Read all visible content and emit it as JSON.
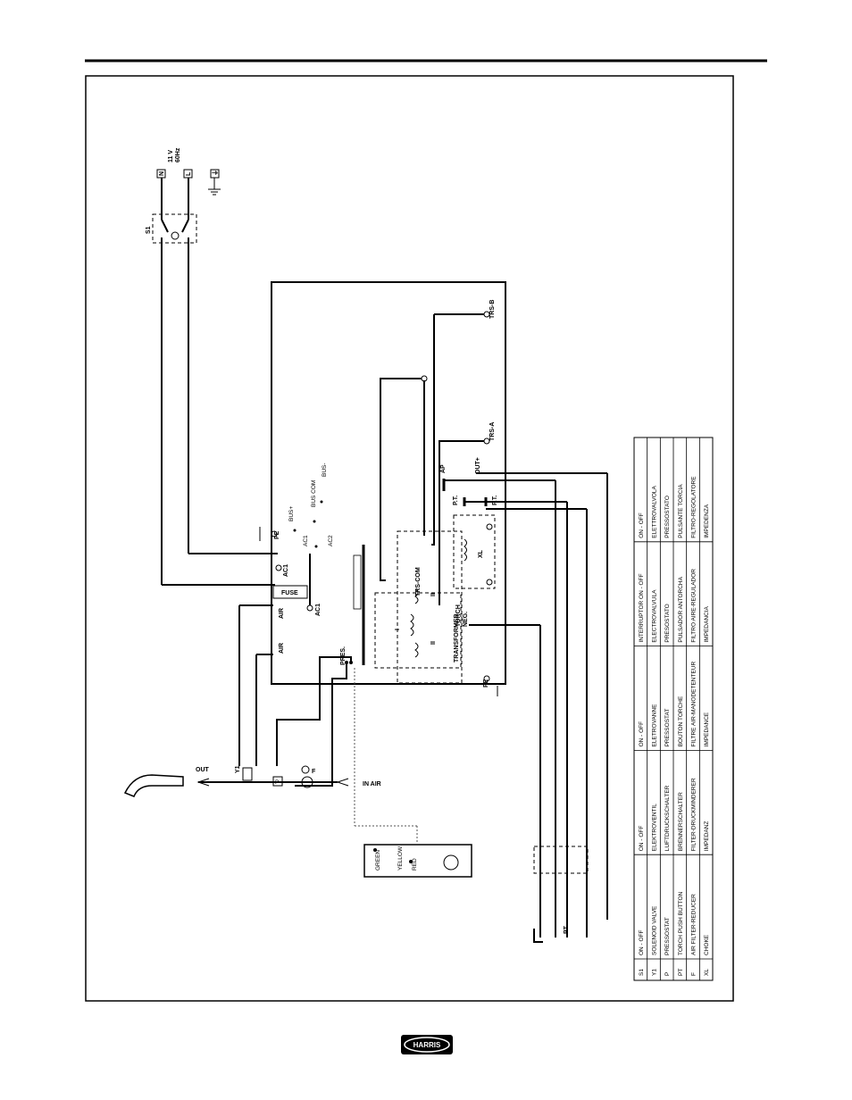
{
  "power": {
    "n": "N",
    "l": "L",
    "g": "⏚",
    "voltage": "11 V",
    "frequency": "60Hz"
  },
  "components": {
    "s1": "S1",
    "y1": "Y1",
    "p": "P",
    "f": "F",
    "pt": "PT"
  },
  "board": {
    "ac1": "AC1",
    "ac2": "AC2",
    "fuse": "FUSE",
    "pe": "PE",
    "air": "AIR",
    "pres": "PRES.",
    "bus_plus": "BUS+",
    "bus_com": "BUS COM",
    "bus_minus": "BUS-",
    "trs_com": "TRS-COM",
    "trs_a": "TRS-A",
    "trs_b": "TRS-B",
    "transformer": "TRANSFORMER",
    "winding_i": "I",
    "winding_ii": "II",
    "xl": "XL",
    "ap": "AP",
    "pt": "P.T.",
    "out_plus": "OUT+",
    "torch": "TORCH",
    "neg": "NEG."
  },
  "air": {
    "out": "OUT",
    "in": "IN AIR"
  },
  "leds": {
    "green": "GREEN",
    "yellow": "YELLOW",
    "red": "RED"
  },
  "legend": {
    "codes": [
      "S1",
      "Y1",
      "P",
      "PT",
      "F",
      "XL"
    ],
    "columns": [
      [
        "ON - OFF",
        "SOLENOID VALVE",
        "PRESSOSTAT",
        "TORCH PUSH BUTTON",
        "AIR FILTER-REDUCER",
        "CHOKE"
      ],
      [
        "ON - OFF",
        "ELEKTROVENTIL",
        "LUFTDRUCKSCHALTER",
        "BRENNERSCHALTER",
        "FILTER-DRUCKMINDERER",
        "IMPEDANZ"
      ],
      [
        "ON - OFF",
        "ELETROVANNE",
        "PRESSOSTAT",
        "BOUTON TORCHE",
        "FILTRE AIR-MANODETENTEUR",
        "IMPEDANCE"
      ],
      [
        "INTERRUPTOR ON - OFF",
        "ELECTROVALVULA",
        "PRESOSTATO",
        "PULSADOR ANTORCHA",
        "FILTRO AIRE-REGULADOR",
        "IMPEDANCIA"
      ],
      [
        "ON - OFF",
        "ELETTROVALVOLA",
        "PRESSOSTATO",
        "PULSANTE TORCIA",
        "FILTRO-REGOLATORE",
        "IMPEDENZA"
      ]
    ]
  },
  "logo": "HARRIS"
}
